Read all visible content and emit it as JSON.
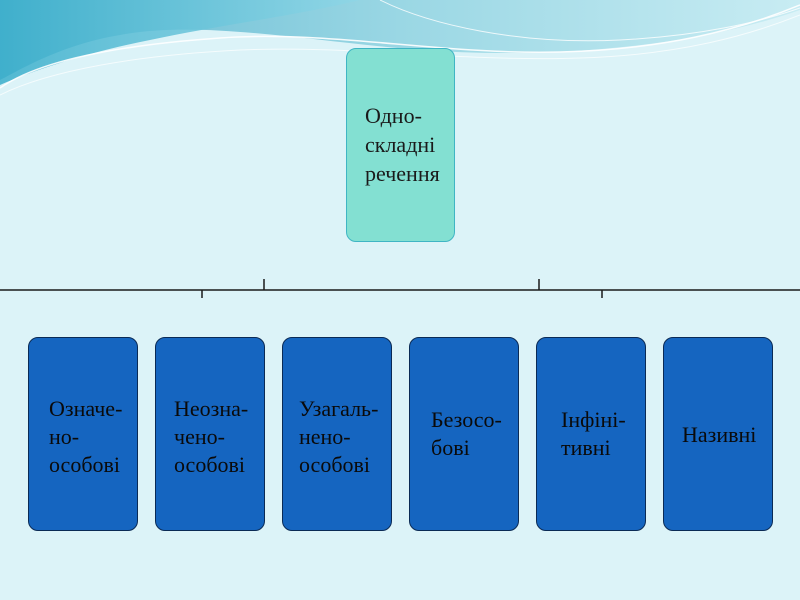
{
  "diagram": {
    "root": {
      "label": "Одно-\nскладні\nречення"
    },
    "children": [
      {
        "label": "Означе-\nно-\nособові"
      },
      {
        "label": "Неозна-\nчено-\nособові"
      },
      {
        "label": "Узагаль-\nнено-\nособові"
      },
      {
        "label": "Безосо-\nбові"
      },
      {
        "label": "Інфіні-\nтивні"
      },
      {
        "label": "Називні"
      }
    ]
  },
  "colors": {
    "background": "#dcf3f8",
    "root_fill": "#83e0d2",
    "child_fill": "#1565c0",
    "connector": "#1a1a1a"
  }
}
